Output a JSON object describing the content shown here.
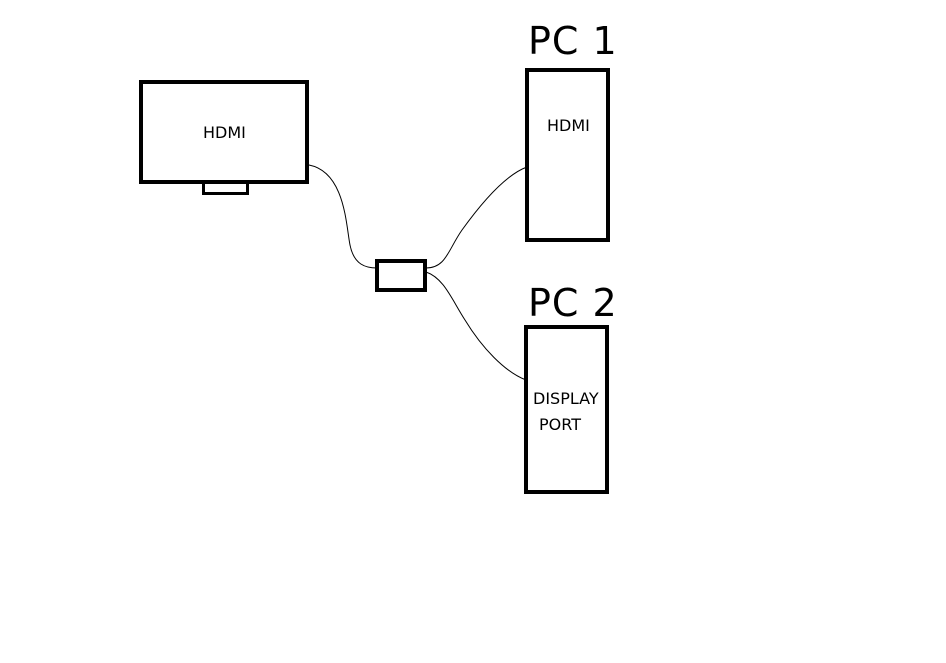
{
  "monitor": {
    "port_label": "HDMI"
  },
  "pc1": {
    "title": "PC 1",
    "port_label": "HDMI"
  },
  "pc2": {
    "title": "PC 2",
    "port_line1": "DISPLAY",
    "port_line2": "PORT"
  },
  "colors": {
    "stroke": "#000000",
    "background": "#ffffff"
  }
}
